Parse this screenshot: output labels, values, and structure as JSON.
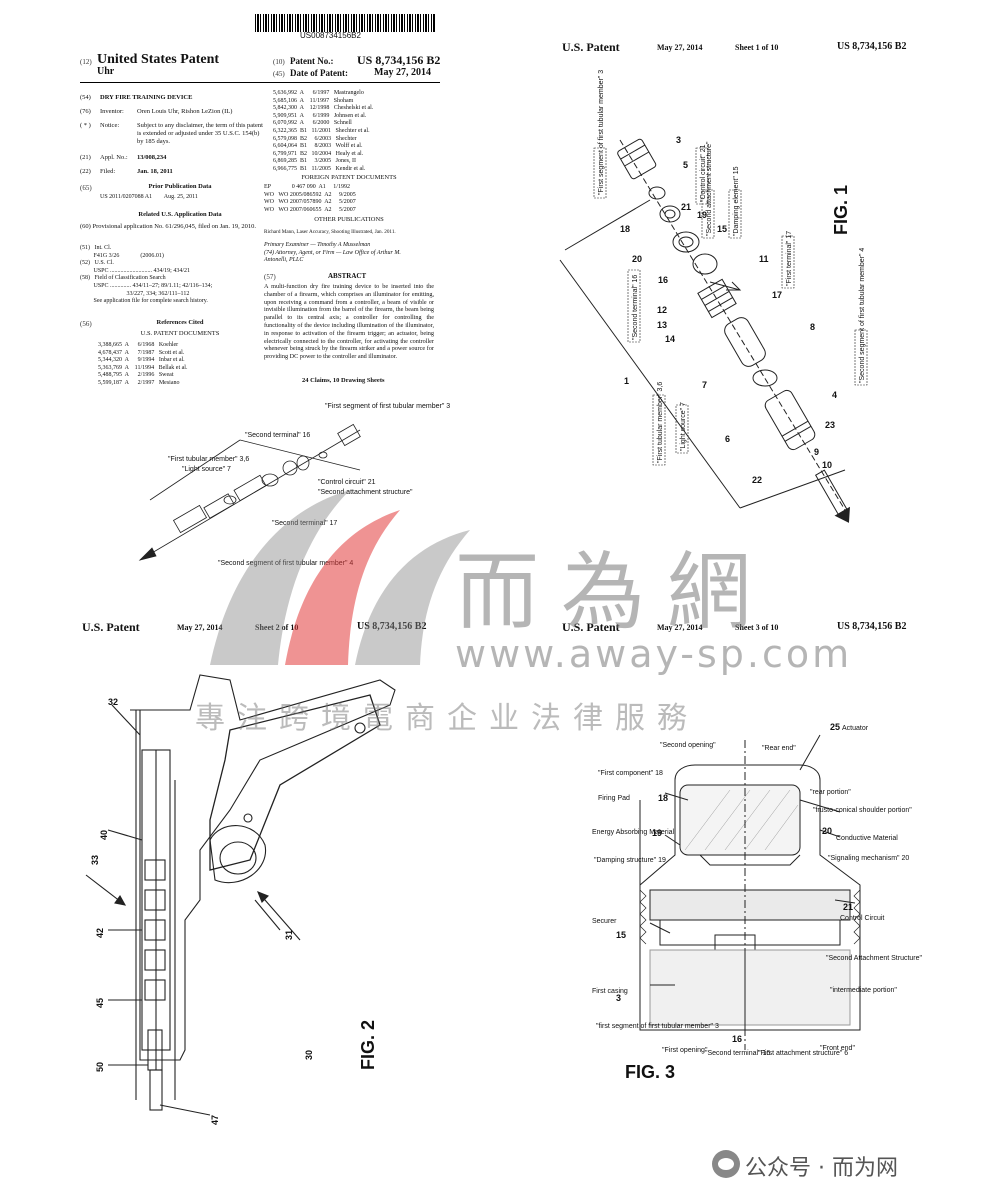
{
  "cover": {
    "barcode_number": "US008734156B2",
    "code_12": "(12)",
    "title": "United States Patent",
    "inventor_surname": "Uhr",
    "code_10": "(10)",
    "patent_no_label": "Patent No.:",
    "patent_no": "US 8,734,156 B2",
    "code_45": "(45)",
    "date_label": "Date of Patent:",
    "date": "May 27, 2014",
    "fields": [
      {
        "num": "(54)",
        "value": "DRY FIRE TRAINING DEVICE"
      },
      {
        "num": "(76)",
        "label": "Inventor:",
        "value": "Oren Louis Uhr, Rishon LeZion (IL)"
      },
      {
        "num": "( * )",
        "label": "Notice:",
        "value": "Subject to any disclaimer, the term of this patent is extended or adjusted under 35 U.S.C. 154(b) by 185 days."
      },
      {
        "num": "(21)",
        "label": "Appl. No.:",
        "value": "13/008,234"
      },
      {
        "num": "(22)",
        "label": "Filed:",
        "value": "Jan. 18, 2011"
      }
    ],
    "prior_pub_head": "Prior Publication Data",
    "prior_pub": "US 2011/0207088 A1        Aug. 25, 2011",
    "related_head": "Related U.S. Application Data",
    "related": "(60)   Provisional application No. 61/296,045, filed on Jan. 19, 2010.",
    "intcl": "(51)   Int. Cl.\n         F41G 3/26              (2006.01)\n(52)   U.S. Cl.\n         USPC ............................ 434/19; 434/21\n(58)   Field of Classification Search\n         USPC .............. 434/11–27; 89/1.11; 42/116–134;\n                               33/227, 334; 362/111–112\n         See application file for complete search history.",
    "refs_head": "References Cited",
    "refs_sub": "U.S. PATENT DOCUMENTS",
    "refs_left": "3,388,665  A      6/1968   Koehler\n4,678,437  A      7/1987   Scott et al.\n5,344,320  A      9/1994   Inbar et al.\n5,363,769  A    11/1994   Bellak et al.\n5,488,795  A      2/1996   Sweat\n5,599,187  A      2/1997   Mesiano",
    "refs_right": "5,636,992  A      6/1997   Mastrangelo\n5,685,106  A    11/1997   Shoham\n5,842,300  A    12/1998   Cheshelski et al.\n5,909,951  A      6/1999   Johnsen et al.\n6,070,992  A      6/2000   Schnell\n6,322,365  B1   11/2001   Shechter et al.\n6,579,098  B2     6/2003   Shechter\n6,604,064  B1     8/2003   Wolff et al.\n6,799,971  B2   10/2004   Healy et al.\n6,869,285  B1     3/2005   Jones, II\n6,966,775  B1   11/2005   Kendir et al.",
    "foreign_head": "FOREIGN PATENT DOCUMENTS",
    "foreign": "EP              0 467 090  A1     1/1992\nWO   WO 2005/086592  A2     9/2005\nWO   WO 2007/057890  A2     5/2007\nWO   WO 2007/060655  A2     5/2007",
    "other_head": "OTHER PUBLICATIONS",
    "other": "Richard Mann, Laser Accuracy, Shooting Illustrated, Jan. 2011.",
    "examiner": "Primary Examiner — Timothy A Musselman\n(74) Attorney, Agent, or Firm — Law Office of Arthur M.\nAntonelli, PLLC",
    "abstract_code": "(57)",
    "abstract_head": "ABSTRACT",
    "abstract": "A multi-function dry fire training device to be inserted into the chamber of a firearm, which comprises an illuminator for emitting, upon receiving a command from a controller, a beam of visible or invisible illumination from the barrel of the firearm, the beam being parallel to its central axis; a controller for controlling the functionality of the device including illumination of the illuminator, in response to activation of the firearm trigger; an actuator, being electrically connected to the controller, for activating the controller whenever being struck by the firearm striker and a power source for providing DC power to the controller and illuminator.",
    "claims": "24 Claims, 10 Drawing Sheets",
    "cover_fig_labels": [
      "\"Second terminal\" 16",
      "\"First tubular member\" 3,6",
      "\"Light source\" 7",
      "\"First segment of first tubular member\" 3",
      "\"Control circuit\" 21",
      "\"Second attachment structure\"",
      "\"Second terminal\" 17",
      "\"Second segment of first tubular member\" 4"
    ]
  },
  "sheet1": {
    "left": "U.S. Patent",
    "date": "May 27, 2014",
    "sheet": "Sheet 1 of 10",
    "num": "US 8,734,156 B2",
    "fig": "FIG. 1",
    "labels": [
      "\"First segment of first tubular member\" 3",
      "\"Control circuit\" 21",
      "\"Second attachment structure\"",
      "\"Damping element\" 15",
      "\"First terminal\" 17",
      "\"Second terminal\" 16",
      "\"First tubular member\" 3,6",
      "\"Light source\" 7",
      "\"Second segment of first tubular member\" 4"
    ],
    "nums": [
      "3",
      "5",
      "18",
      "19",
      "21",
      "20",
      "15",
      "16",
      "11",
      "12",
      "17",
      "13",
      "14",
      "8",
      "1",
      "7",
      "4",
      "6",
      "23",
      "22",
      "9",
      "10"
    ]
  },
  "sheet2": {
    "left": "U.S. Patent",
    "date": "May 27, 2014",
    "sheet": "Sheet 2 of 10",
    "num": "US 8,734,156 B2",
    "fig": "FIG. 2",
    "nums": [
      "32",
      "40",
      "33",
      "42",
      "45",
      "50",
      "47",
      "31",
      "30"
    ]
  },
  "sheet3": {
    "left": "U.S. Patent",
    "date": "May 27, 2014",
    "sheet": "Sheet 3 of 10",
    "num": "US 8,734,156 B2",
    "fig": "FIG. 3",
    "actuator": "Actuator",
    "labels": {
      "second_opening": "\"Second opening\"",
      "rear_end": "\"Rear end\"",
      "first_component": "\"First component\" 18",
      "rear_portion": "\"rear portion\"",
      "firing_pad": "Firing Pad",
      "frusto": "\"frusto-conical shoulder portion\"",
      "energy": "Energy Absorbing Material",
      "conductive": "Conductive Material",
      "damping": "\"Damping structure\" 19",
      "signaling": "\"Signaling mechanism\" 20",
      "control": "Control Circuit",
      "securer": "Securer",
      "second_attach": "\"Second Attachment Structure\"",
      "first_casing": "First casing",
      "intermediate": "\"intermediate portion\"",
      "first_segment": "\"first segment of first tubular member\" 3",
      "first_opening": "\"First opening\"",
      "second_terminal": "\"Second terminal\" 16",
      "first_attach": "\"First attachment structure\" 6",
      "front_end": "\"Front end\""
    },
    "nums": [
      "25",
      "18",
      "19",
      "20",
      "21",
      "15",
      "3",
      "16"
    ]
  },
  "watermark": {
    "cn": "而為網",
    "url": "www.away-sp.com",
    "slogan": "專注跨境電商企业法律服務",
    "colors": {
      "logo_red": "#e23b3b",
      "logo_gray": "#888888"
    }
  },
  "footer": {
    "text": "公众号 · 而为网"
  }
}
